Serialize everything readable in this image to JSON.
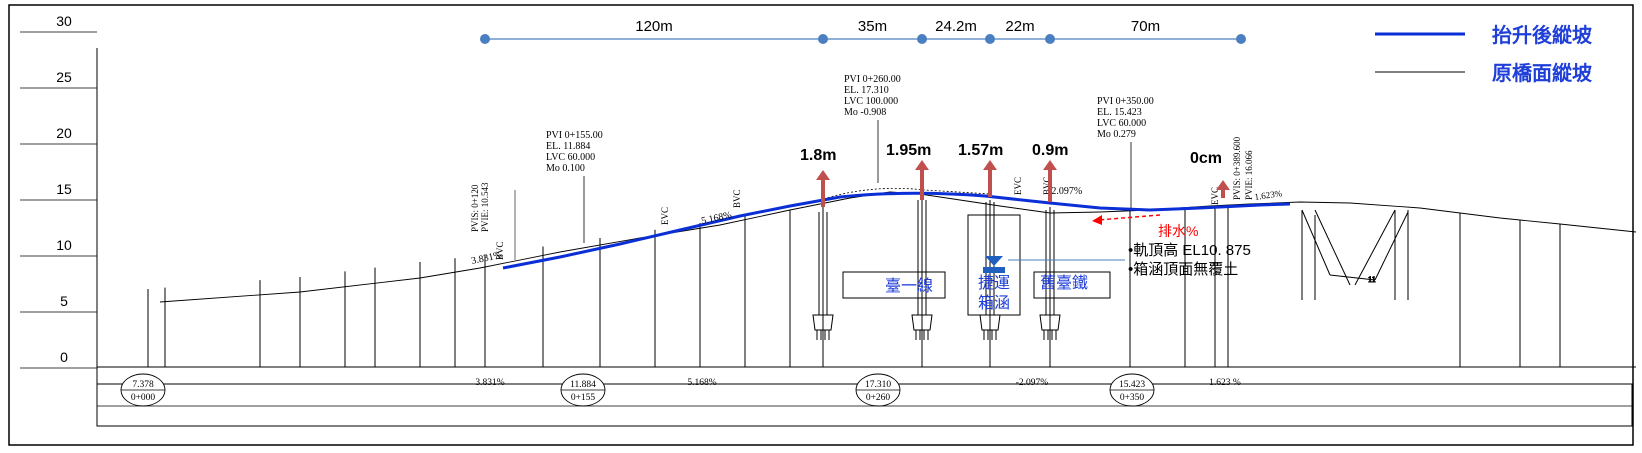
{
  "colors": {
    "raised_profile": "#0b2fd6",
    "original_profile": "#000000",
    "arrow": "#c0504d",
    "drain": "#ff0000",
    "dimension_line": "#4a7fc1",
    "label_blue": "#1f3fd8"
  },
  "legend": {
    "raised": "抬升後縱坡",
    "original": "原橋面縱坡"
  },
  "y_axis": {
    "ticks": [
      "30",
      "25",
      "20",
      "15",
      "10",
      "5",
      "0"
    ],
    "range": [
      0,
      30
    ]
  },
  "dimensions": [
    "120m",
    "35m",
    "24.2m",
    "22m",
    "70m"
  ],
  "pvi_blocks": [
    {
      "lines": [
        "PVI  0+155.00",
        "EL.  11.884",
        "LVC  60.000",
        "Mo   0.100"
      ]
    },
    {
      "lines": [
        "PVI  0+260.00",
        "EL.  17.310",
        "LVC  100.000",
        "Mo   -0.908"
      ]
    },
    {
      "lines": [
        "PVI  0+350.00",
        "EL.  15.423",
        "LVC  60.000",
        "Mo   0.279"
      ]
    }
  ],
  "lift_values": [
    "1.8m",
    "1.95m",
    "1.57m",
    "0.9m",
    "0cm"
  ],
  "curve_labels": {
    "bvc1": "BVC",
    "evc1": "EVC",
    "evc2": "EVC",
    "bvc2": "BVC",
    "evc3": "EVC",
    "bvc3": "BVC",
    "evc4": "EVC",
    "pvis": "PVIS: 0+120",
    "pvie": "PVIE: 10.543",
    "pvis2": "PVIS: 0+389.600",
    "pvie2": "PVIE: 16.066"
  },
  "grade_labels": {
    "g1_profile": "3.831%",
    "g2_profile": "5.168%",
    "g3_profile": "-2.097%",
    "g4_profile": "1.623%"
  },
  "crossings": {
    "t1": "臺一線",
    "mrt": "捷運\n箱涵",
    "rail": "舊臺鐵"
  },
  "drainage": "排水%",
  "notes": [
    "•軌頂高 EL10. 875",
    "•箱涵頂面無覆土"
  ],
  "bottom_table": {
    "stations": [
      {
        "elev": "7.378",
        "sta": "0+000"
      },
      {
        "elev": "11.884",
        "sta": "0+155"
      },
      {
        "elev": "17.310",
        "sta": "0+260"
      },
      {
        "elev": "15.423",
        "sta": "0+350"
      }
    ],
    "grades": [
      "3.831%",
      "5.168%",
      "-2.097%",
      "1.623 %"
    ]
  },
  "inset_small_text": "11"
}
